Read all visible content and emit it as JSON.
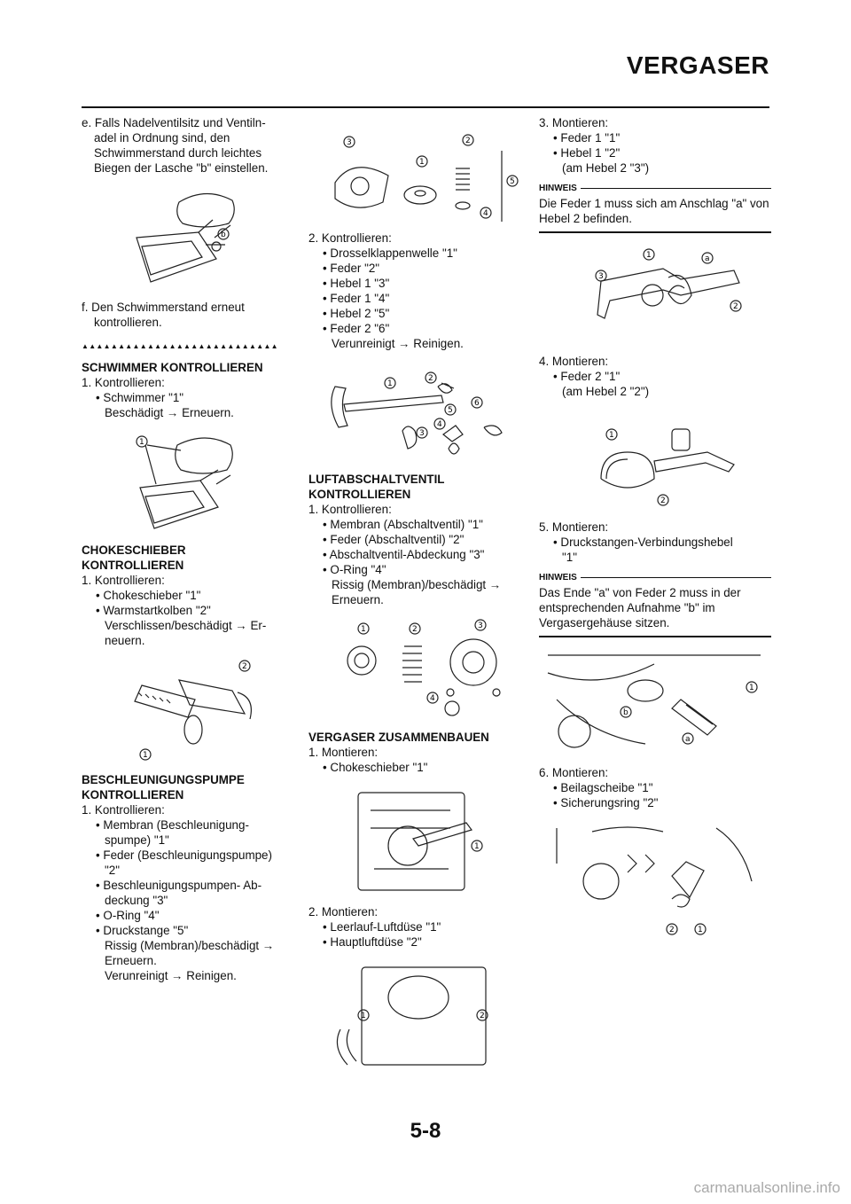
{
  "header": {
    "title": "VERGASER"
  },
  "col1": {
    "e_item": "e. Falls Nadelventilsitz und Ventiln-",
    "e_lines": [
      "adel in Ordnung sind, den",
      "Schwimmerstand durch leichtes",
      "Biegen der Lasche \"b\" einstellen."
    ],
    "f_item": "f. Den Schwimmerstand erneut",
    "f_lines": [
      "kontrollieren."
    ],
    "triangles": "▲▲▲▲▲▲▲▲▲▲▲▲▲▲▲▲▲▲▲▲▲▲▲▲▲▲▲",
    "s1_title": "SCHWIMMER KONTROLLIEREN",
    "s1_step": "1. Kontrollieren:",
    "s1_b1": "• Schwimmer \"1\"",
    "s1_b1_sub": "Beschädigt → Erneuern.",
    "s2_title_a": "CHOKESCHIEBER",
    "s2_title_b": "KONTROLLIEREN",
    "s2_step": "1. Kontrollieren:",
    "s2_b1": "• Chokeschieber \"1\"",
    "s2_b2": "• Warmstartkolben \"2\"",
    "s2_b2_sub1": "Verschlissen/beschädigt → Er-",
    "s2_b2_sub2": "neuern.",
    "s3_title_a": "BESCHLEUNIGUNGSPUMPE",
    "s3_title_b": "KONTROLLIEREN",
    "s3_step": "1. Kontrollieren:",
    "s3_b1": "• Membran (Beschleunigung-",
    "s3_b1_c": "spumpe) \"1\"",
    "s3_b2": "• Feder (Beschleunigungspumpe)",
    "s3_b2_c": "\"2\"",
    "s3_b3": "• Beschleunigungspumpen- Ab-",
    "s3_b3_c": "deckung \"3\"",
    "s3_b4": "• O-Ring \"4\"",
    "s3_b5": "• Druckstange \"5\"",
    "s3_sub1": "Rissig (Membran)/beschädigt →",
    "s3_sub2": "Erneuern.",
    "s3_sub3": "Verunreinigt → Reinigen."
  },
  "col2": {
    "step2": "2. Kontrollieren:",
    "b1": "• Drosselklappenwelle \"1\"",
    "b2": "• Feder \"2\"",
    "b3": "• Hebel 1 \"3\"",
    "b4": "• Feder 1 \"4\"",
    "b5": "• Hebel 2 \"5\"",
    "b6": "• Feder 2 \"6\"",
    "b6_sub": "Verunreinigt → Reinigen.",
    "s4_title_a": "LUFTABSCHALTVENTIL",
    "s4_title_b": "KONTROLLIEREN",
    "s4_step": "1. Kontrollieren:",
    "s4_b1": "• Membran (Abschaltventil) \"1\"",
    "s4_b2": "• Feder (Abschaltventil) \"2\"",
    "s4_b3": "• Abschaltventil-Abdeckung \"3\"",
    "s4_b4": "• O-Ring \"4\"",
    "s4_sub1": "Rissig (Membran)/beschädigt →",
    "s4_sub2": "Erneuern.",
    "s5_title": "VERGASER ZUSAMMENBAUEN",
    "s5_step1": "1. Montieren:",
    "s5_b1": "• Chokeschieber \"1\"",
    "s5_step2": "2. Montieren:",
    "s5_b2": "• Leerlauf-Luftdüse \"1\"",
    "s5_b3": "• Hauptluftdüse \"2\""
  },
  "col3": {
    "step3": "3. Montieren:",
    "s3_b1": "• Feder 1 \"1\"",
    "s3_b2": "• Hebel 1 \"2\"",
    "s3_b2_sub": "(am Hebel 2 \"3\")",
    "hinweis_label": "HINWEIS",
    "hinweis1": "Die Feder 1 muss sich am Anschlag \"a\" von Hebel 2 befinden.",
    "step4": "4. Montieren:",
    "s4_b1": "• Feder 2 \"1\"",
    "s4_b1_sub": "(am Hebel 2 \"2\")",
    "step5": "5. Montieren:",
    "s5_b1": "• Druckstangen-Verbindungshebel",
    "s5_b1_c": "\"1\"",
    "hinweis2": "Das Ende \"a\" von Feder 2 muss in der entsprechenden Aufnahme \"b\" im Vergasergehäuse sitzen.",
    "step6": "6. Montieren:",
    "s6_b1": "• Beilagscheibe \"1\"",
    "s6_b2": "• Sicherungsring \"2\""
  },
  "footer": {
    "page": "5-8",
    "watermark": "carmanualsonline.info"
  }
}
